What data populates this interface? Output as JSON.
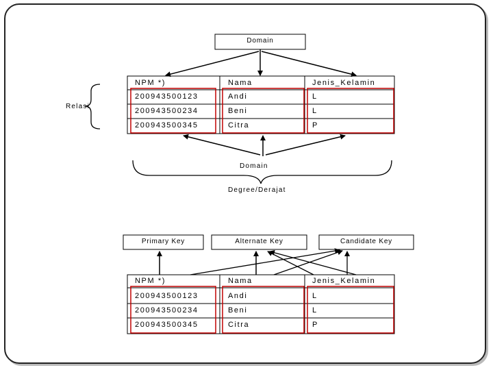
{
  "top_diagram": {
    "domain_box": "Domain",
    "relasi_label": "Relasi",
    "bottom_domain_label": "Domain",
    "degree_label": "Degree/Derajat",
    "table": {
      "headers": [
        "NPM *)",
        "Nama",
        "Jenis_Kelamin"
      ],
      "rows": [
        [
          "200943500123",
          "Andi",
          "L"
        ],
        [
          "200943500234",
          "Beni",
          "L"
        ],
        [
          "200943500345",
          "Citra",
          "P"
        ]
      ]
    }
  },
  "bottom_diagram": {
    "primary_key": "Primary Key",
    "alternate_key": "Alternate Key",
    "candidate_key": "Candidate Key",
    "table": {
      "headers": [
        "NPM *)",
        "Nama",
        "Jenis_Kelamin"
      ],
      "rows": [
        [
          "200943500123",
          "Andi",
          "L"
        ],
        [
          "200943500234",
          "Beni",
          "L"
        ],
        [
          "200943500345",
          "Citra",
          "P"
        ]
      ]
    }
  },
  "colors": {
    "highlight": "#c00000",
    "line": "#000000"
  }
}
